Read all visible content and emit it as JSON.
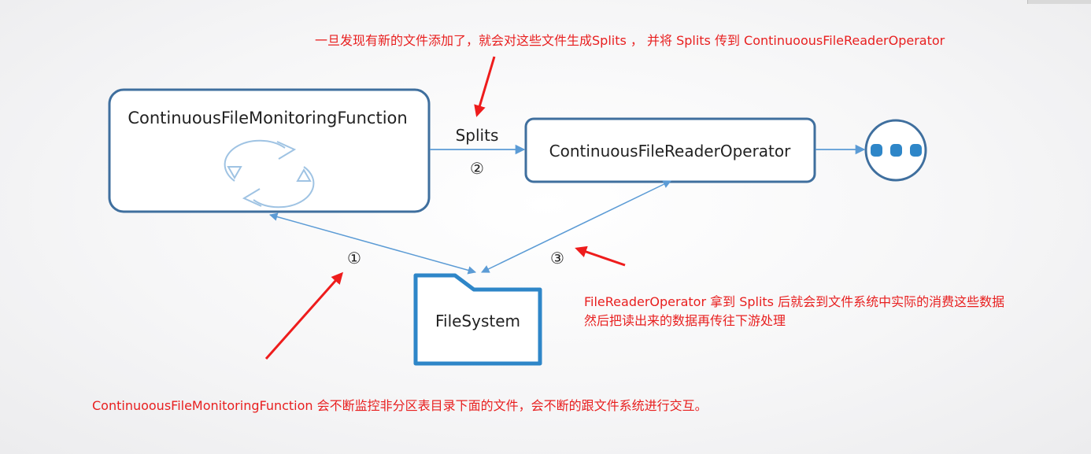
{
  "nodes": {
    "monitor": {
      "label": "ContinuousFileMonitoringFunction",
      "icon": "refresh-cycle-icon"
    },
    "reader": {
      "label": "ContinuousFileReaderOperator"
    },
    "filesystem": {
      "label": "FileSystem",
      "icon": "folder-icon"
    },
    "downstream": {
      "icon": "ellipsis-icon"
    }
  },
  "edges": {
    "splits_label": "Splits",
    "step_1": "①",
    "step_2": "②",
    "step_3": "③"
  },
  "annotations": {
    "top": "一旦发现有新的文件添加了，就会对这些文件生成Splits ， 并将 Splits 传到 ContinuoousFileReaderOperator",
    "right_line1": "FileReaderOperator 拿到 Splits 后就会到文件系统中实际的消费这些数据",
    "right_line2": "然后把读出来的数据再传往下游处理",
    "bottom": "ContinuoousFileMonitoringFunction 会不断监控非分区表目录下面的文件，会不断的跟文件系统进行交互。"
  },
  "colors": {
    "box_stroke": "#3f6f9e",
    "arrow": "#5b9bd5",
    "folder": "#2e86c8",
    "note_red": "#e81f1f",
    "red_arrow": "#ee1c1c"
  }
}
